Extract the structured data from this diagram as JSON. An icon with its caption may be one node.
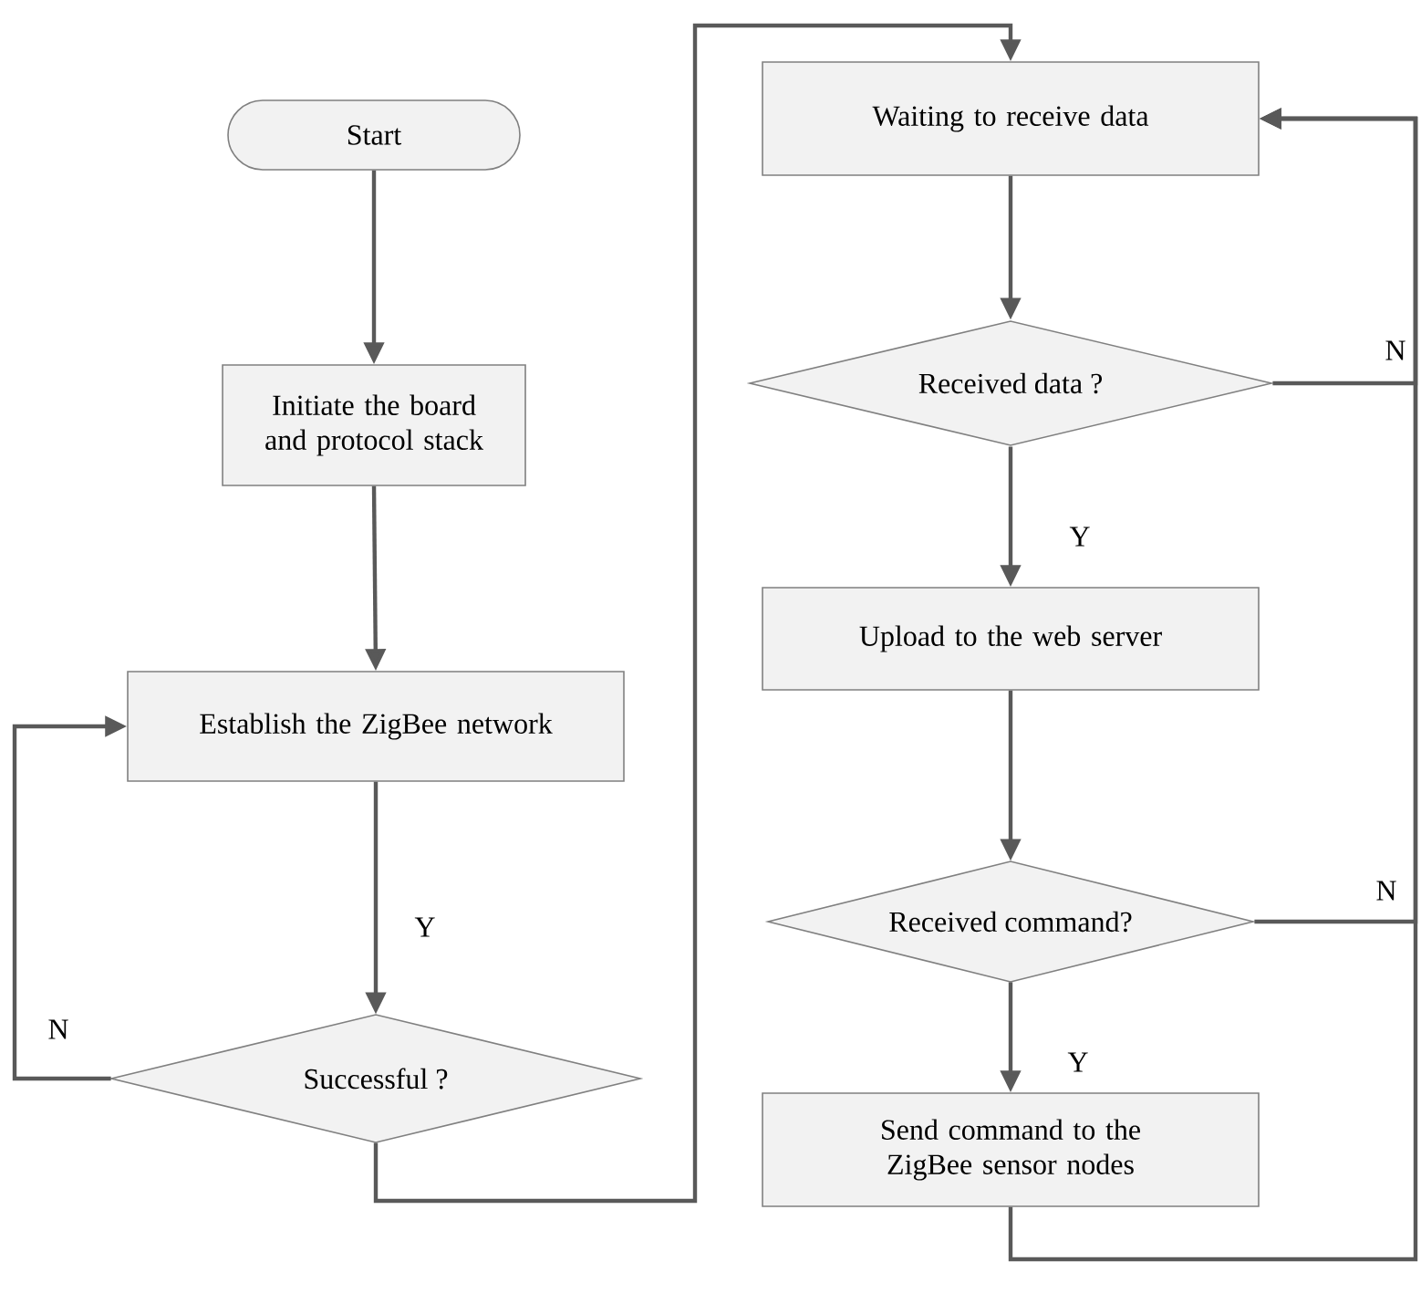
{
  "diagram": {
    "nodes": [
      {
        "text": [
          "Start"
        ]
      },
      {
        "text": [
          "Initiate the board and protocol stack"
        ]
      },
      {
        "text": [
          "Establish the ZigBee network"
        ]
      },
      {
        "text": [
          "Successful ?"
        ]
      },
      {
        "text": [
          "Waiting to receive data"
        ]
      },
      {
        "text": [
          "Received data ?"
        ]
      },
      {
        "text": [
          "Upload to the web server"
        ]
      },
      {
        "text": [
          "Received command?"
        ]
      },
      {
        "text": [
          "Send command to the ZigBee sensor nodes"
        ]
      }
    ],
    "edges": [
      {
        "from": 0,
        "to": 1,
        "arrow": "to"
      },
      {
        "from": 1,
        "to": 2,
        "arrow": "to"
      },
      {
        "from": 2,
        "to": 3,
        "arrow": "to",
        "label": "Y"
      },
      {
        "from": 3,
        "to": 2,
        "arrow": "to",
        "label": "N"
      },
      {
        "from": 3,
        "to": 4,
        "arrow": "to"
      },
      {
        "from": 4,
        "to": 5,
        "arrow": "to"
      },
      {
        "from": 5,
        "to": 6,
        "arrow": "to",
        "label": "Y"
      },
      {
        "from": 5,
        "to": 4,
        "arrow": "to",
        "label": "N"
      },
      {
        "from": 6,
        "to": 7,
        "arrow": "to"
      },
      {
        "from": 7,
        "to": 8,
        "arrow": "to",
        "label": "Y"
      },
      {
        "from": 7,
        "to": 4,
        "arrow": "to",
        "label": "N"
      },
      {
        "from": 8,
        "to": 4,
        "arrow": "to"
      }
    ]
  }
}
